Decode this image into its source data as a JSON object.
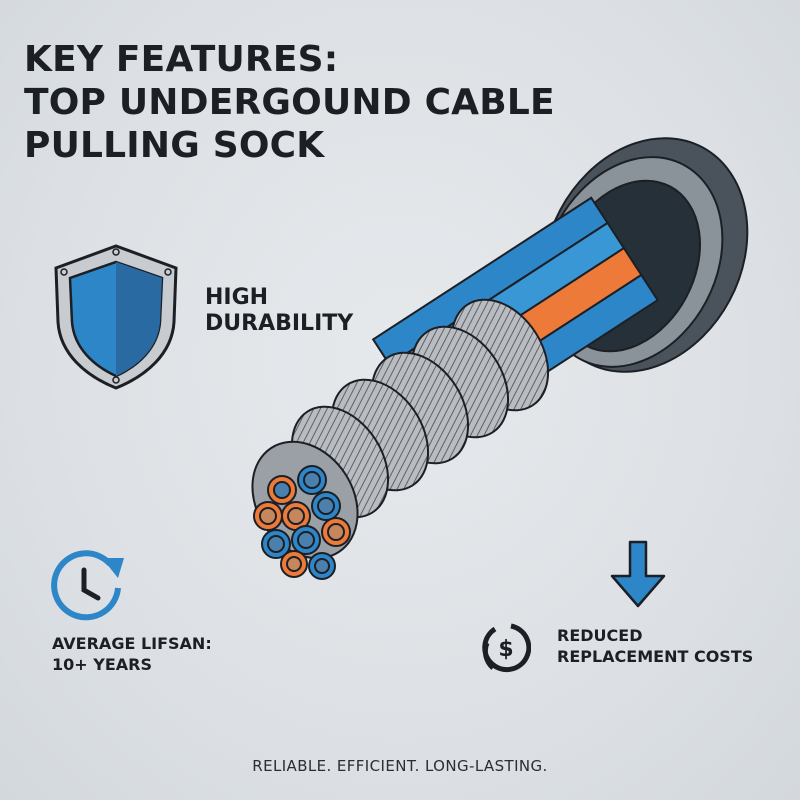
{
  "title": {
    "line1": "KEY FEATURES:",
    "line2": "TOP UNDERGOUND CABLE",
    "line3": "PULLING SOCK"
  },
  "features": {
    "durability": {
      "icon": "shield-icon",
      "line1": "HIGH",
      "line2": "DURABILITY"
    },
    "lifespan": {
      "icon": "clock-refresh-icon",
      "line1": "AVERAGE LIFSAN:",
      "line2": "10+ YEARS"
    },
    "cost": {
      "icon": "dollar-circle-icon",
      "arrow_icon": "arrow-down-icon",
      "line1": "REDUCED",
      "line2": "REPLACEMENT COSTS"
    }
  },
  "tagline": "RELIABLE. EFFICIENT. LONG-LASTING.",
  "colors": {
    "blue": "#2d86c8",
    "orange": "#ee7a3a",
    "dark": "#1c1f24",
    "background": "#dde1e5"
  }
}
